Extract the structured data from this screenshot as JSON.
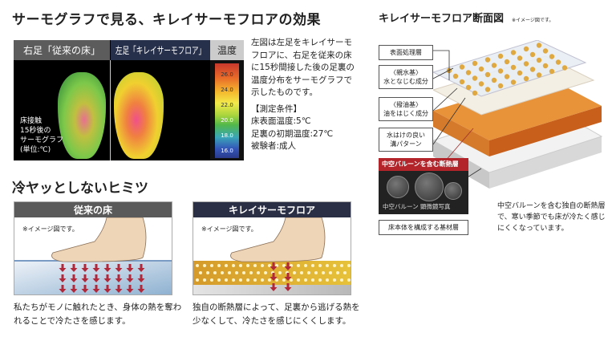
{
  "left": {
    "title": "サーモグラフで見る、キレイサーモフロアの効果",
    "thermo": {
      "right_foot_label": "右足「従来の床」",
      "left_foot_label": "左足「キレイサーモフロア」",
      "scale_label": "温度",
      "scale_ticks": [
        "26.0",
        "24.0",
        "22.0",
        "20.0",
        "18.0",
        "16.0"
      ],
      "overlay": [
        "床接触",
        "15秒後の",
        "サーモグラフ",
        "(単位:℃)"
      ]
    },
    "description": [
      "左図は左足をキレイサーモフロアに、右足を従来の床に15秒間接した後の足裏の温度分布をサーモグラフで示したものです。"
    ],
    "conditions": {
      "heading": "【測定条件】",
      "items": [
        "床表面温度:5℃",
        "足裏の初期温度:27℃",
        "被験者:成人"
      ]
    },
    "secret_title": "冷ヤッとしないヒミツ",
    "panels": [
      {
        "title": "従来の床",
        "note": "※イメージ図です。",
        "caption": "私たちがモノに触れたとき、身体の熱を奪われることで冷たさを感じます。",
        "color": "#5a5a5a"
      },
      {
        "title": "キレイサーモフロア",
        "note": "※イメージ図です。",
        "caption": "独自の断熱層によって、足裏から逃げる熱を少なくして、冷たさを感じにくくします。",
        "color": "#2b2f45"
      }
    ]
  },
  "right": {
    "title": "キレイサーモフロア断面図",
    "note": "※イメージ図です。",
    "labels": [
      {
        "line1": "表面処理層",
        "line2": ""
      },
      {
        "line1": "〈親水基〉",
        "line2": "水となじむ成分"
      },
      {
        "line1": "〈撥油基〉",
        "line2": "油をはじく成分"
      },
      {
        "line1": "水はけの良い",
        "line2": "溝パターン"
      }
    ],
    "insulation_label": "中空バルーンを含む断熱層",
    "photo_caption": "中空バルーン 顕微鏡写真",
    "base_label": "床本体を構成する基材層",
    "description": "中空バルーンを含む独自の断熱層で、寒い季節でも床が冷たく感じにくくなっています。"
  }
}
